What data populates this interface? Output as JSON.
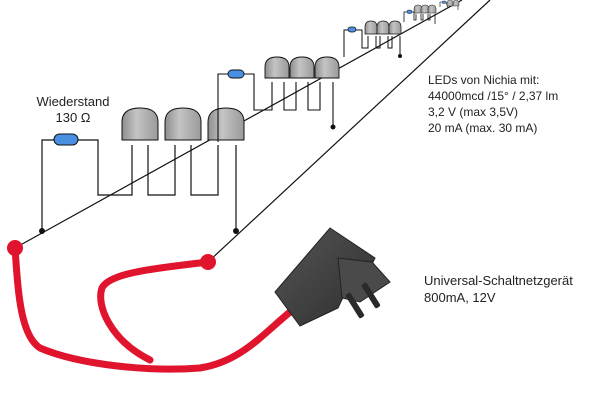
{
  "resistor": {
    "name": "Wiederstand",
    "value": "130 Ω"
  },
  "led_info": {
    "heading": "LEDs von Nichia mit:",
    "lines": [
      "44000mcd /15° / 2,37 lm",
      "3,2 V (max 3,5V)",
      "20 mA (max. 30 mA)"
    ]
  },
  "power_supply": {
    "name": "Universal-Schaltnetzgerät",
    "rating": "800mA, 12V"
  },
  "colors": {
    "cable": "#e0142d",
    "led_body": "#a8a8a8",
    "resistor_body": "#4a90e2",
    "adapter": "#3c3c3c",
    "wire": "#111111"
  }
}
